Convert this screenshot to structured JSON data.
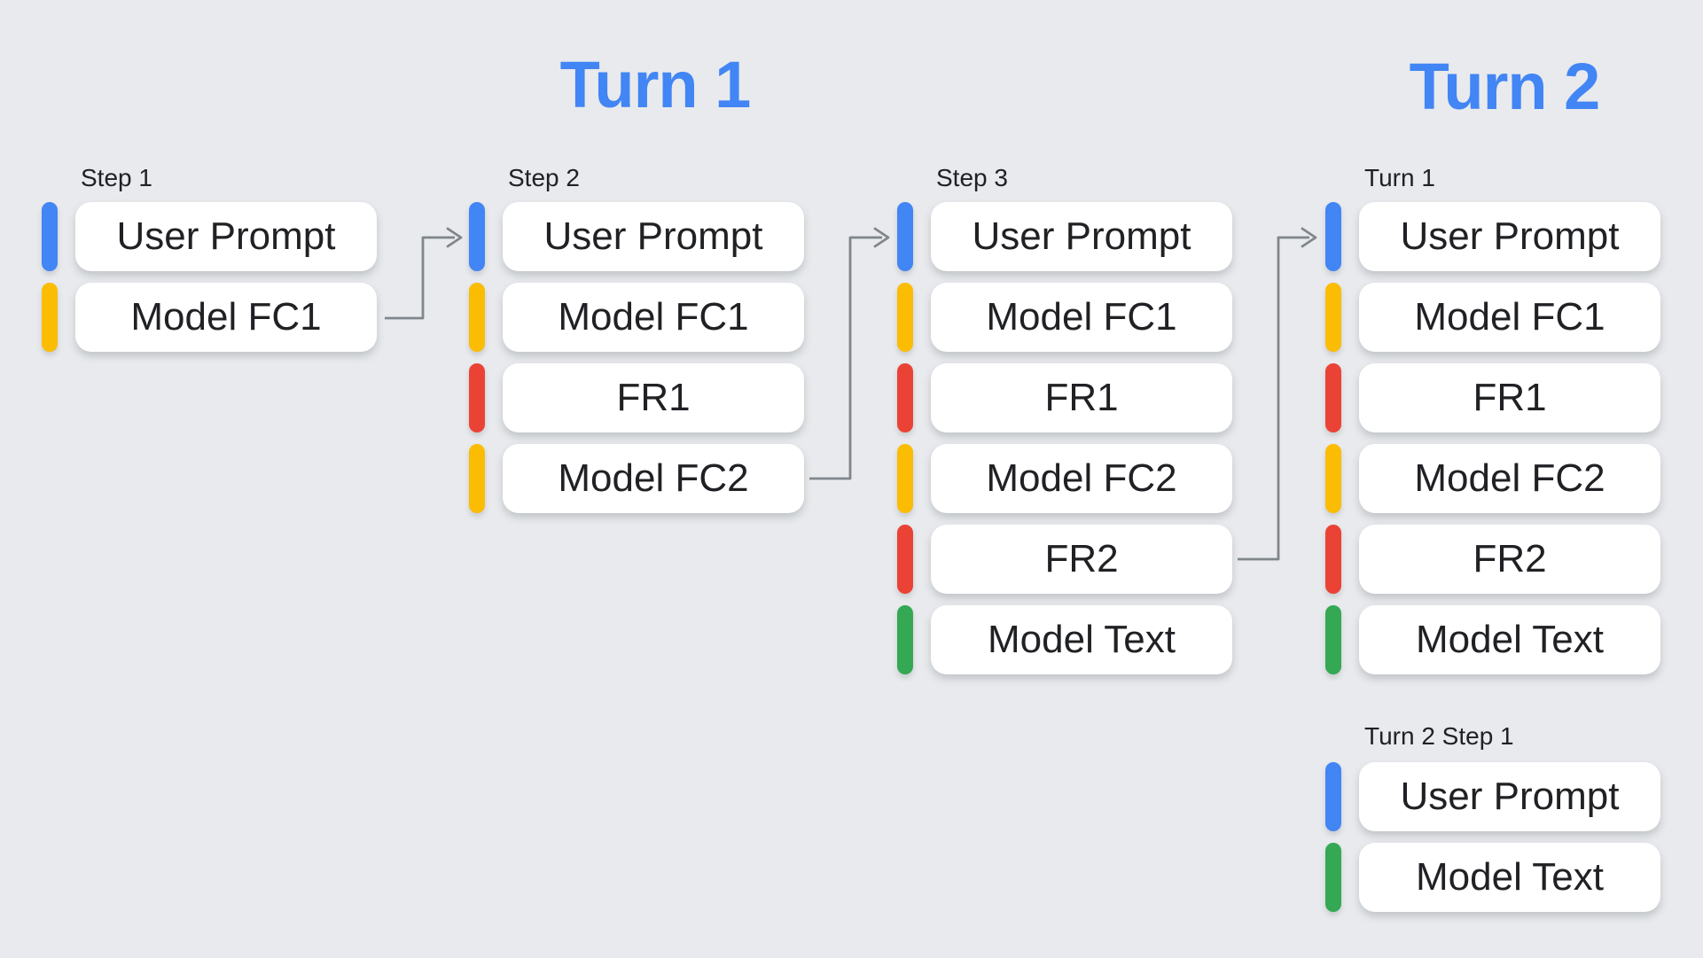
{
  "palette": {
    "background": "#E8EAED",
    "card_background": "#FFFFFF",
    "text": "#202124",
    "heading_blue": "#4285F4",
    "arrow_gray": "#80868B",
    "blue": "#4285F4",
    "yellow": "#FBBC04",
    "red": "#EA4335",
    "green": "#34A853"
  },
  "headings": [
    {
      "label": "Turn 1"
    },
    {
      "label": "Turn 2"
    }
  ],
  "columns": [
    {
      "label": "Step 1",
      "cards": [
        {
          "text": "User Prompt",
          "color": "blue"
        },
        {
          "text": "Model FC1",
          "color": "yellow"
        }
      ]
    },
    {
      "label": "Step 2",
      "cards": [
        {
          "text": "User Prompt",
          "color": "blue"
        },
        {
          "text": "Model FC1",
          "color": "yellow"
        },
        {
          "text": "FR1",
          "color": "red"
        },
        {
          "text": "Model FC2",
          "color": "yellow"
        }
      ]
    },
    {
      "label": "Step 3",
      "cards": [
        {
          "text": "User Prompt",
          "color": "blue"
        },
        {
          "text": "Model FC1",
          "color": "yellow"
        },
        {
          "text": "FR1",
          "color": "red"
        },
        {
          "text": "Model FC2",
          "color": "yellow"
        },
        {
          "text": "FR2",
          "color": "red"
        },
        {
          "text": "Model Text",
          "color": "green"
        }
      ]
    },
    {
      "label": "Turn 1",
      "cards": [
        {
          "text": "User Prompt",
          "color": "blue"
        },
        {
          "text": "Model FC1",
          "color": "yellow"
        },
        {
          "text": "FR1",
          "color": "red"
        },
        {
          "text": "Model FC2",
          "color": "yellow"
        },
        {
          "text": "FR2",
          "color": "red"
        },
        {
          "text": "Model Text",
          "color": "green"
        }
      ]
    },
    {
      "label": "Turn 2 Step 1",
      "cards": [
        {
          "text": "User Prompt",
          "color": "blue"
        },
        {
          "text": "Model Text",
          "color": "green"
        }
      ]
    }
  ],
  "connections": [
    {
      "from": "Step 1 / Model FC1",
      "to": "Step 2 / User Prompt"
    },
    {
      "from": "Step 2 / Model FC2",
      "to": "Step 3 / User Prompt"
    },
    {
      "from": "Step 3 / FR2",
      "to": "Turn 1 / User Prompt"
    }
  ]
}
